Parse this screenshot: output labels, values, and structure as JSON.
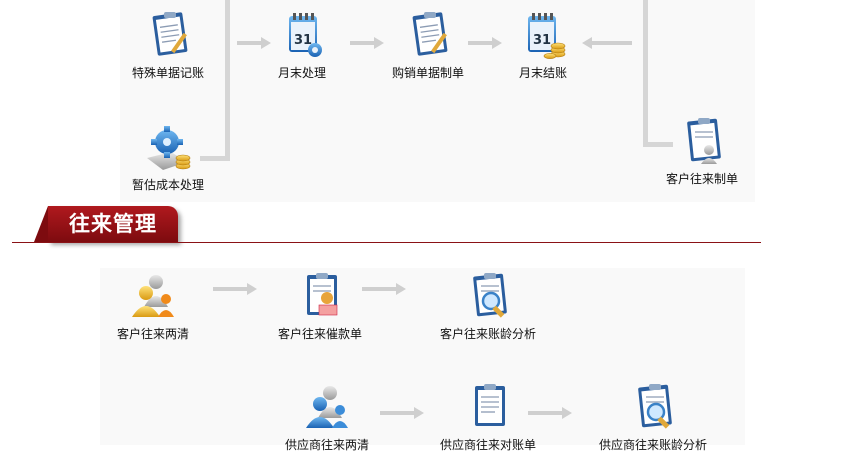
{
  "flow_top": {
    "nodes": [
      {
        "id": "special",
        "label": "特殊单据记账",
        "icon": "clipboard-icon"
      },
      {
        "id": "month_proc",
        "label": "月末处理",
        "icon": "calendar-icon"
      },
      {
        "id": "purchase",
        "label": "购销单据制单",
        "icon": "clipboard-icon"
      },
      {
        "id": "month_close",
        "label": "月末结账",
        "icon": "calendar-coins-icon"
      },
      {
        "id": "estimate",
        "label": "暂估成本处理",
        "icon": "gear-coins-icon"
      },
      {
        "id": "customer_voucher",
        "label": "客户往来制单",
        "icon": "clipboard-user-icon"
      }
    ]
  },
  "section": {
    "title": "往来管理"
  },
  "flow_bottom": {
    "nodes": [
      {
        "id": "cust_clear",
        "label": "客户往来两清",
        "icon": "users-icon"
      },
      {
        "id": "cust_dun",
        "label": "客户往来催款单",
        "icon": "clipboard-icon"
      },
      {
        "id": "cust_age",
        "label": "客户往来账龄分析",
        "icon": "clipboard-search-icon"
      },
      {
        "id": "sup_clear",
        "label": "供应商往来两清",
        "icon": "users-icon"
      },
      {
        "id": "sup_stmt",
        "label": "供应商往来对账单",
        "icon": "clipboard-icon"
      },
      {
        "id": "sup_age",
        "label": "供应商往来账龄分析",
        "icon": "clipboard-search-icon"
      }
    ]
  },
  "colors": {
    "accent": "#9b1418",
    "arrow": "#c8c8c8",
    "panel": "#f9f9f9"
  }
}
